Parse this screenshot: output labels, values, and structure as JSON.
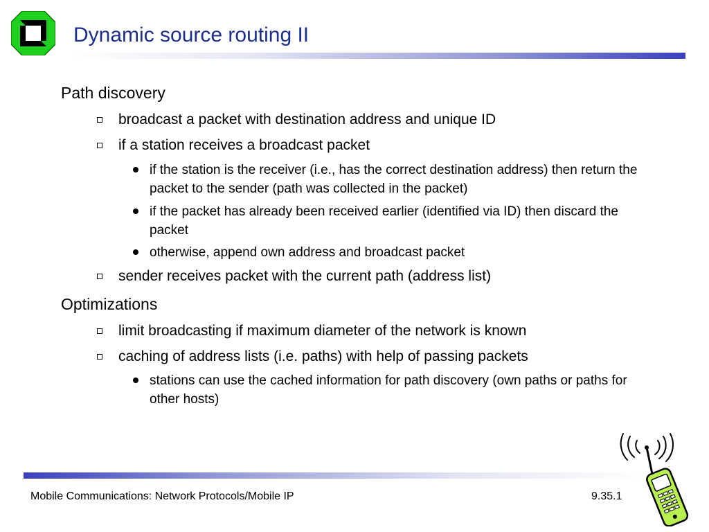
{
  "slide": {
    "title": "Dynamic source routing II"
  },
  "content": {
    "sections": [
      {
        "heading": "Path discovery",
        "items": [
          {
            "text": "broadcast a packet with destination address and unique ID"
          },
          {
            "text": "if a station receives a broadcast packet",
            "subitems": [
              "if the station is the receiver (i.e., has the correct destination address) then return the packet to the sender (path was collected in the packet)",
              "if the packet has already been received earlier (identified via ID) then discard the packet",
              "otherwise, append own address and broadcast packet"
            ]
          },
          {
            "text": "sender receives packet with the current path (address list)"
          }
        ]
      },
      {
        "heading": "Optimizations",
        "items": [
          {
            "text": "limit broadcasting if maximum diameter of the network is known"
          },
          {
            "text": "caching of address lists (i.e. paths) with help of passing packets",
            "subitems": [
              "stations can use the cached information for path discovery (own paths or paths for other hosts)"
            ]
          }
        ]
      }
    ]
  },
  "footer": {
    "left": "Mobile Communications: Network Protocols/Mobile IP",
    "right": "9.35.1"
  },
  "colors": {
    "title": "#1c2f8f",
    "accent_bar": "#3a3fbf",
    "logo_green": "#1fd21f"
  },
  "icons": {
    "logo": "university-logo-icon",
    "phone": "mobile-phone-clipart-icon"
  }
}
